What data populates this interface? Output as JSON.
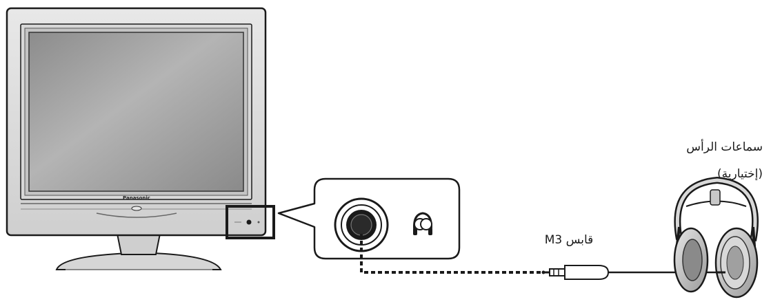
{
  "tv": {
    "brand": "Panasonic"
  },
  "labels": {
    "headphones": "سماعات الرأس",
    "optional": "(إختيارية)",
    "plug": "قابس M3"
  },
  "colors": {
    "screen": "#9a9a9a",
    "bezel": "#dcdcdc",
    "outline": "#1a1a1a",
    "cable": "#1a1a1a"
  },
  "icons": [
    "headphone-jack-icon",
    "headphones-icon"
  ]
}
